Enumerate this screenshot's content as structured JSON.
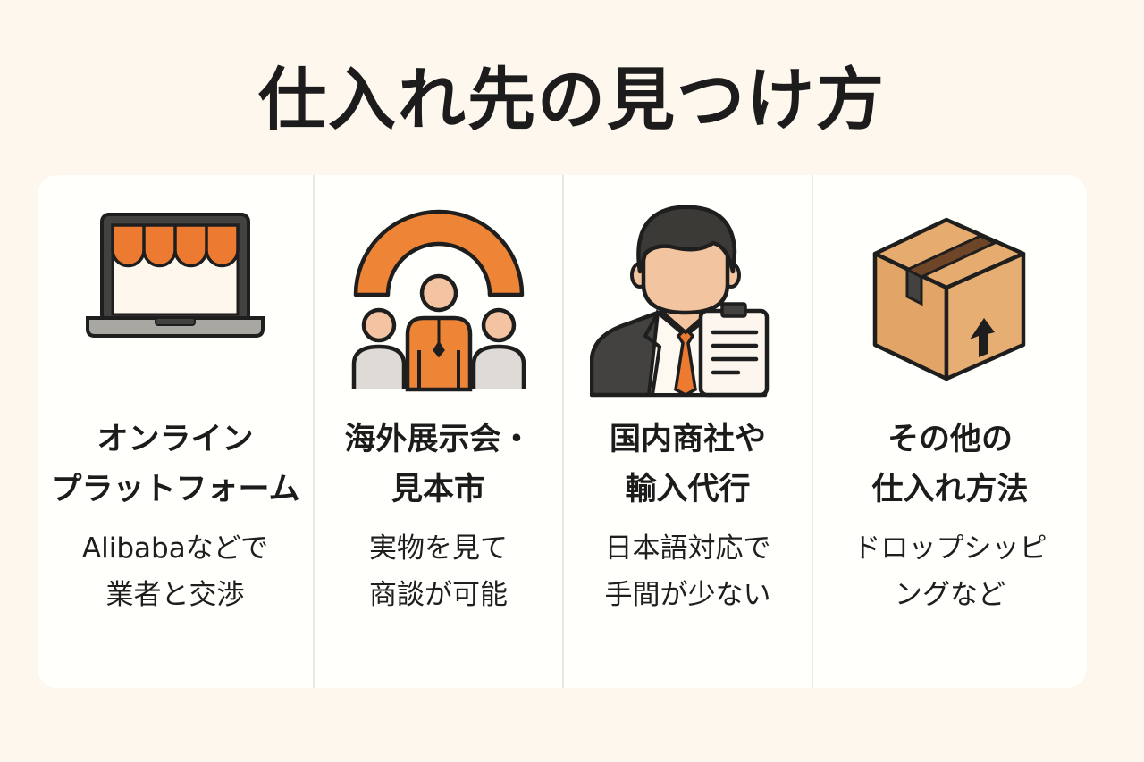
{
  "page": {
    "title": "仕入れ先の見つけ方"
  },
  "colors": {
    "background": "#fef7ee",
    "card": "#fffffb",
    "accent_orange": "#ee7f35",
    "outline": "#222222",
    "skin": "#f3c4a0",
    "box": "#e3a86b"
  },
  "methods": [
    {
      "icon": "laptop-storefront-icon",
      "heading_lines": [
        "オンライン",
        "プラットフォーム"
      ],
      "desc_lines": [
        "Alibabaなどで",
        "業者と交渉"
      ]
    },
    {
      "icon": "trade-show-people-icon",
      "heading_lines": [
        "海外展示会・",
        "見本市"
      ],
      "desc_lines": [
        "実物を見て",
        "商談が可能"
      ]
    },
    {
      "icon": "businessman-clipboard-icon",
      "heading_lines": [
        "国内商社や",
        "輸入代行"
      ],
      "desc_lines": [
        "日本語対応で",
        "手間が少ない"
      ]
    },
    {
      "icon": "cardboard-box-icon",
      "heading_lines": [
        "その他の",
        "仕入れ方法"
      ],
      "desc_lines": [
        "ドロップシッピ",
        "ングなど"
      ]
    }
  ]
}
